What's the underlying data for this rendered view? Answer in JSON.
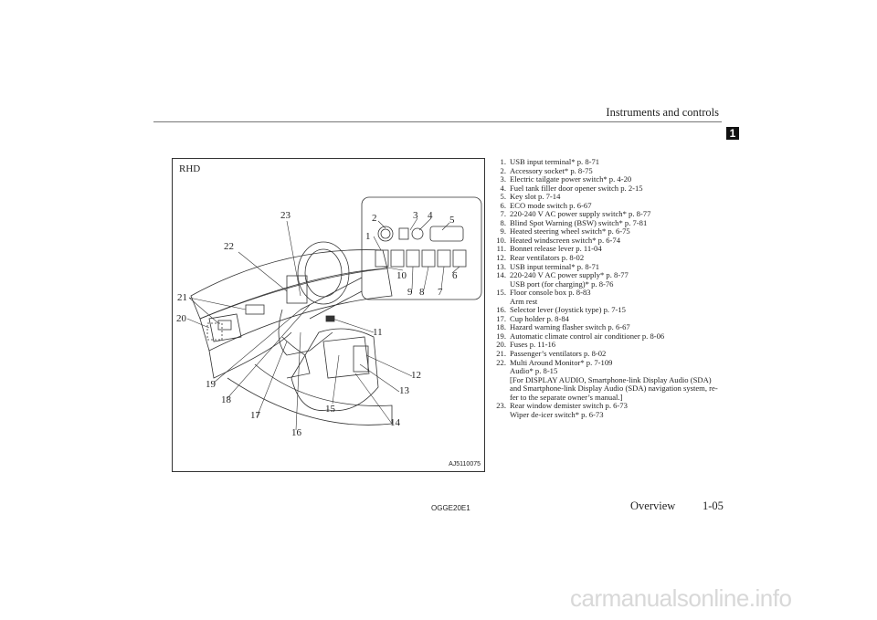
{
  "header": {
    "section_title": "Instruments and controls",
    "chapter_tab": "1"
  },
  "figure": {
    "variant": "RHD",
    "code": "AJ5110075",
    "callouts": [
      "1",
      "2",
      "3",
      "4",
      "5",
      "6",
      "7",
      "8",
      "9",
      "10",
      "11",
      "12",
      "13",
      "14",
      "15",
      "16",
      "17",
      "18",
      "19",
      "20",
      "21",
      "22",
      "23"
    ]
  },
  "items": [
    {
      "n": "1.",
      "lines": [
        "USB input terminal* p. 8-71"
      ]
    },
    {
      "n": "2.",
      "lines": [
        "Accessory socket* p. 8-75"
      ]
    },
    {
      "n": "3.",
      "lines": [
        "Electric tailgate power switch* p. 4-20"
      ]
    },
    {
      "n": "4.",
      "lines": [
        "Fuel tank filler door opener switch p. 2-15"
      ]
    },
    {
      "n": "5.",
      "lines": [
        "Key slot p. 7-14"
      ]
    },
    {
      "n": "6.",
      "lines": [
        "ECO mode switch p. 6-67"
      ]
    },
    {
      "n": "7.",
      "lines": [
        "220-240 V AC power supply switch* p. 8-77"
      ]
    },
    {
      "n": "8.",
      "lines": [
        "Blind Spot Warning (BSW) switch* p. 7-81"
      ]
    },
    {
      "n": "9.",
      "lines": [
        "Heated steering wheel switch* p. 6-75"
      ]
    },
    {
      "n": "10.",
      "lines": [
        "Heated windscreen switch* p. 6-74"
      ]
    },
    {
      "n": "11.",
      "lines": [
        "Bonnet release lever p. 11-04"
      ]
    },
    {
      "n": "12.",
      "lines": [
        "Rear ventilators p. 8-02"
      ]
    },
    {
      "n": "13.",
      "lines": [
        "USB input terminal* p. 8-71"
      ]
    },
    {
      "n": "14.",
      "lines": [
        "220-240 V AC power supply* p. 8-77",
        "USB port (for charging)* p. 8-76"
      ]
    },
    {
      "n": "15.",
      "lines": [
        "Floor console box p. 8-83",
        "Arm rest"
      ]
    },
    {
      "n": "16.",
      "lines": [
        "Selector lever (Joystick type) p. 7-15"
      ]
    },
    {
      "n": "17.",
      "lines": [
        "Cup holder p. 8-84"
      ]
    },
    {
      "n": "18.",
      "lines": [
        "Hazard warning flasher switch p. 6-67"
      ]
    },
    {
      "n": "19.",
      "lines": [
        "Automatic climate control air conditioner p. 8-06"
      ]
    },
    {
      "n": "20.",
      "lines": [
        "Fuses p. 11-16"
      ]
    },
    {
      "n": "21.",
      "lines": [
        "Passenger’s ventilators p. 8-02"
      ]
    },
    {
      "n": "22.",
      "lines": [
        "Multi Around Monitor* p. 7-109",
        "Audio* p. 8-15",
        "[For DISPLAY AUDIO, Smartphone-link Display Audio (SDA)",
        "and Smartphone-link Display Audio (SDA) navigation system, re-",
        "fer to the separate owner’s manual.]"
      ]
    },
    {
      "n": "23.",
      "lines": [
        "Rear window demister switch p. 6-73",
        "Wiper de-icer switch* p. 6-73"
      ]
    }
  ],
  "footer": {
    "doc_code": "OGGE20E1",
    "section": "Overview",
    "page": "1-05"
  },
  "watermark": "carmanualsonline.info"
}
